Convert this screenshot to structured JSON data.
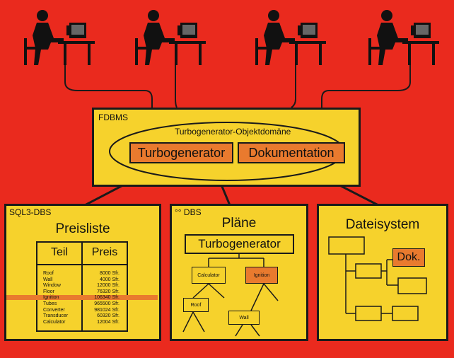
{
  "colors": {
    "background": "#ea2a1e",
    "box": "#f6d22c",
    "highlight": "#e97a2e",
    "outline": "#1a1a1a"
  },
  "fdbms": {
    "label": "FDBMS",
    "domain_label": "Turbogenerator-Objektdomäne",
    "nodes": [
      "Turbogenerator",
      "Dokumentation"
    ]
  },
  "sql3": {
    "label": "SQL3-DBS",
    "title": "Preisliste",
    "headers": [
      "Teil",
      "Preis"
    ],
    "rows": [
      [
        "Roof",
        "8000 Sfr."
      ],
      [
        "Wall",
        "4000 Sfr."
      ],
      [
        "Window",
        "12000 Sfr."
      ],
      [
        "Floor",
        "76320 Sfr."
      ],
      [
        "Ignition",
        "106340 Sfr."
      ],
      [
        "Tubes",
        "965500 Sfr."
      ],
      [
        "Converter",
        "981024 Sfr."
      ],
      [
        "Transducer",
        "60320 Sfr."
      ],
      [
        "Calculator",
        "12004 Sfr."
      ]
    ],
    "highlight_row": "Ignition"
  },
  "oodbs": {
    "label": "°° DBS",
    "title": "Pläne",
    "root": "Turbogenerator",
    "nodes": [
      "Calculator",
      "Ignition",
      "Roof",
      "Wall"
    ]
  },
  "fs": {
    "title": "Dateisystem",
    "doc": "Dok."
  },
  "icons": [
    "user-at-computer-icon",
    "user-at-computer-icon",
    "user-at-computer-icon",
    "user-at-computer-icon"
  ]
}
